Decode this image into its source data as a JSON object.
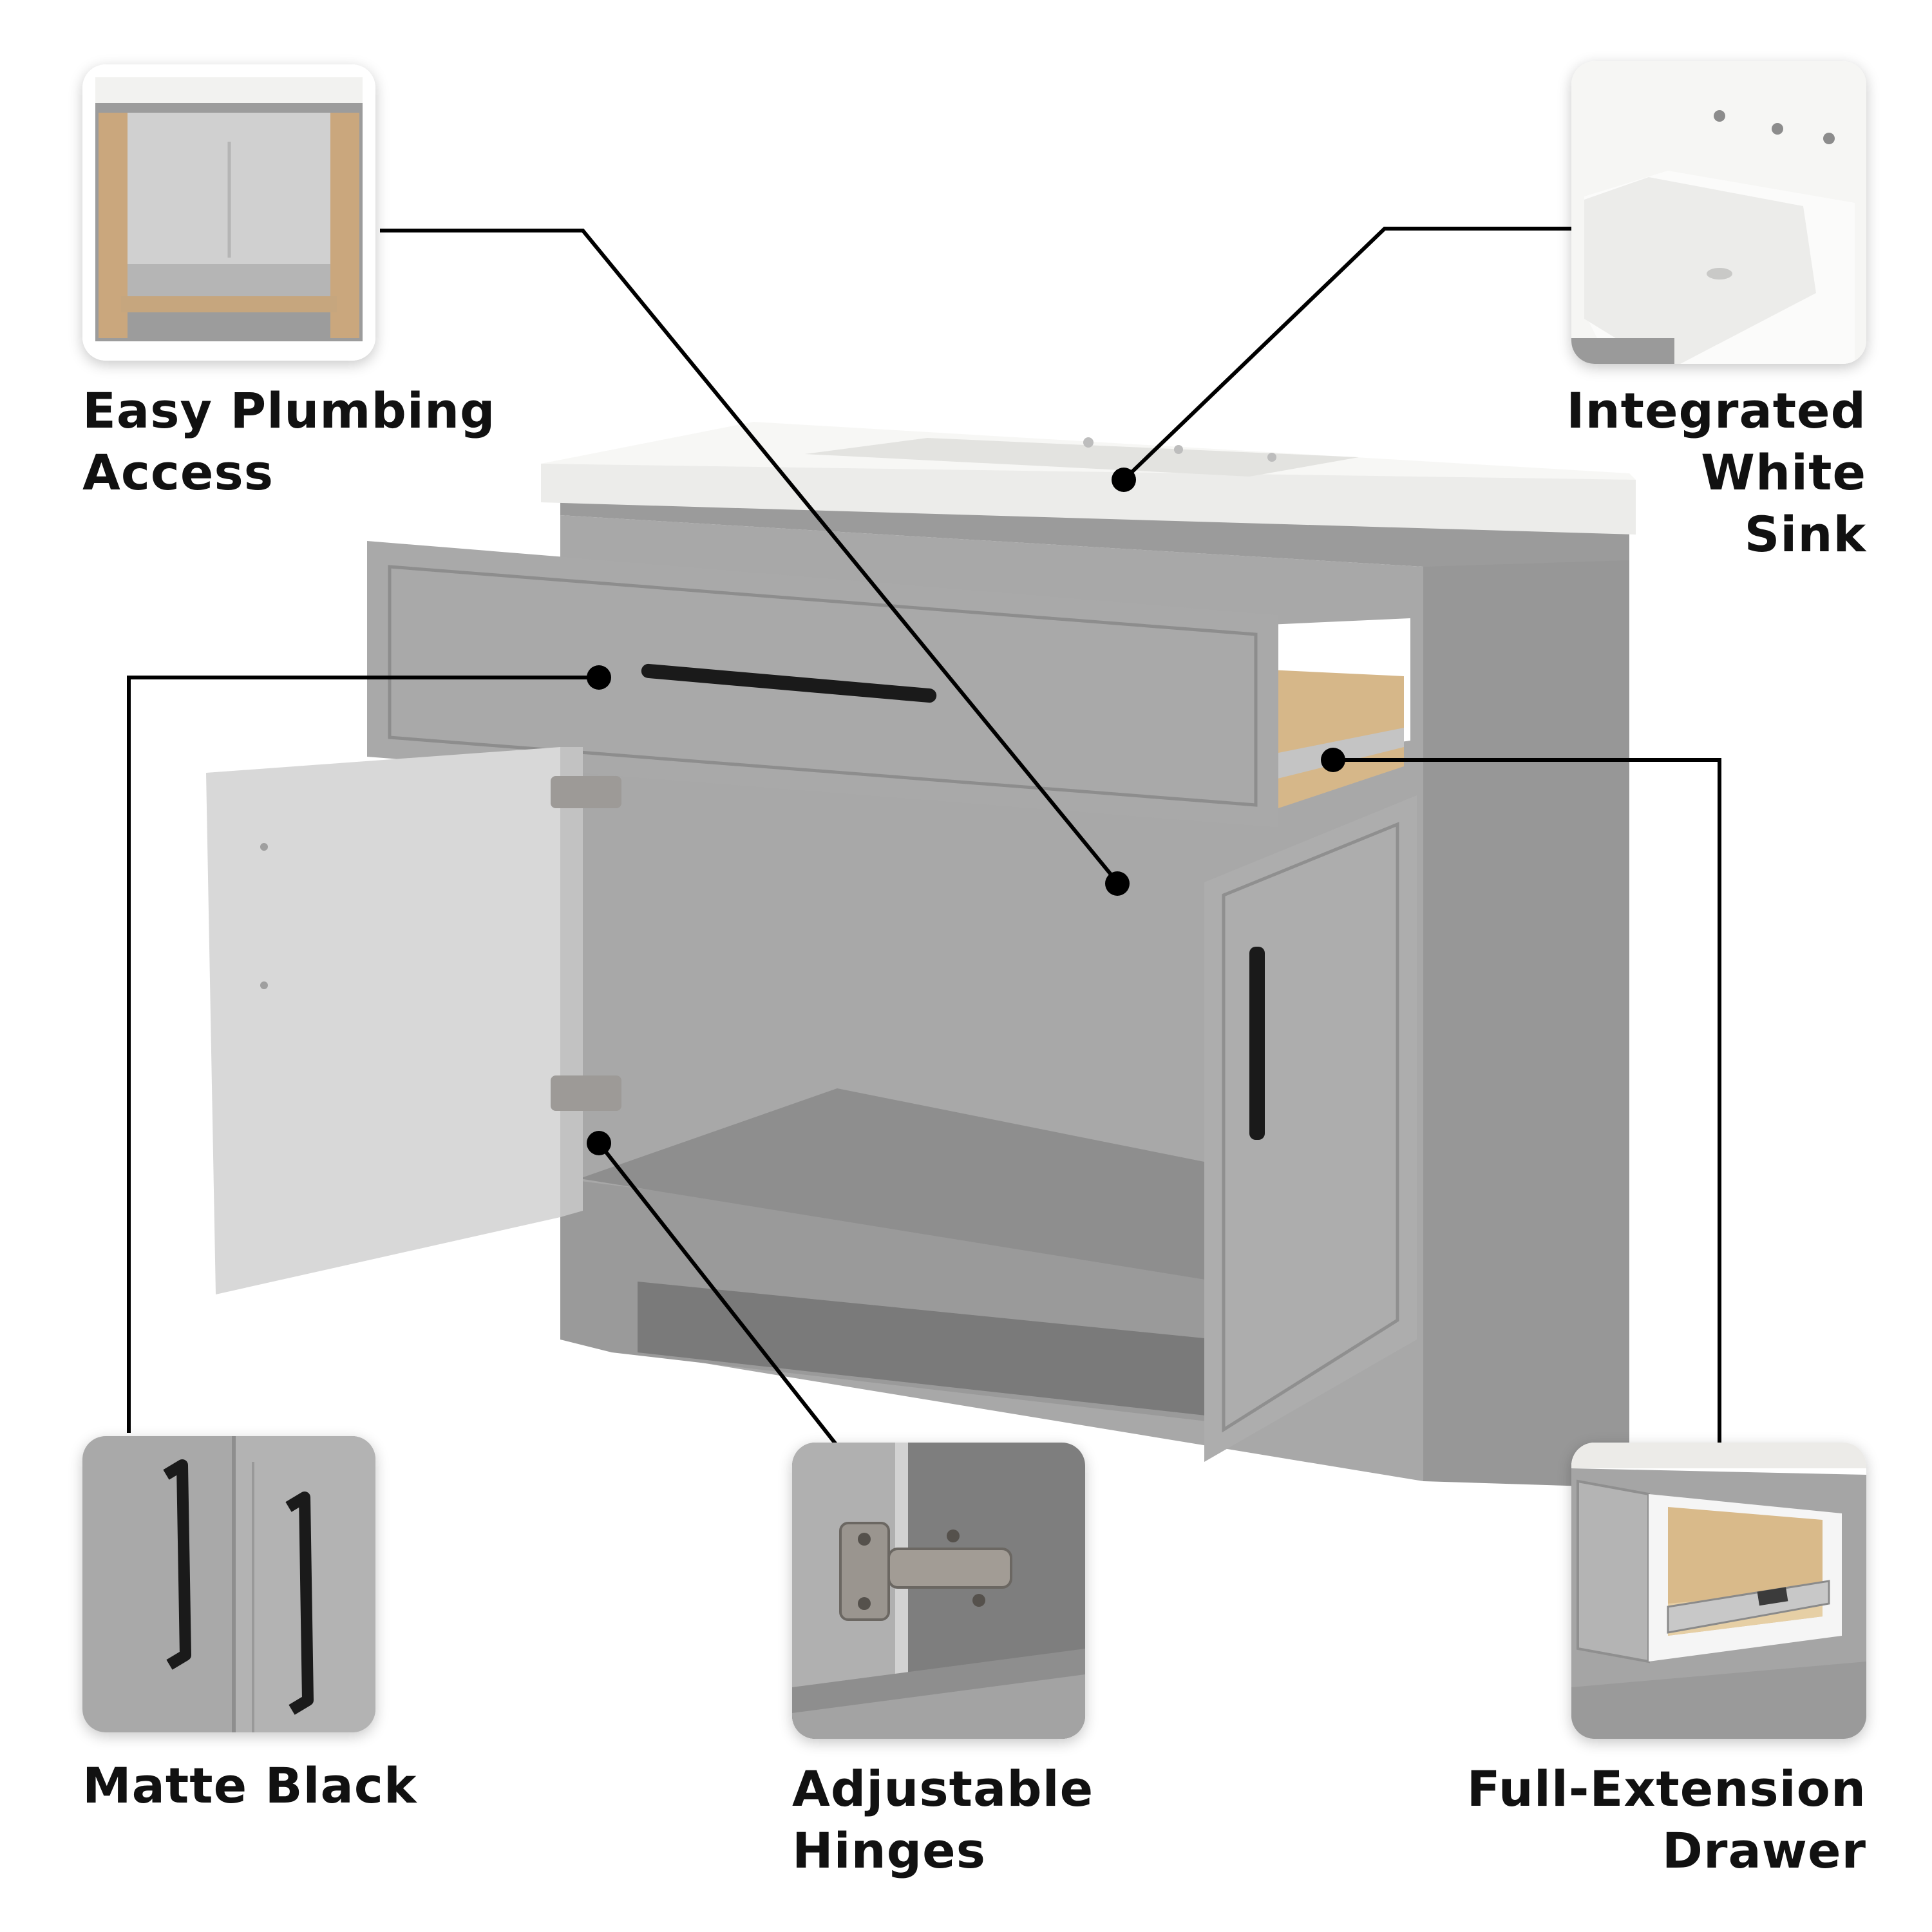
{
  "features": {
    "plumbing": {
      "line1": "Easy Plumbing",
      "line2": "Access",
      "thumb_icon": "cabinet-back-icon"
    },
    "sink": {
      "line1": "Integrated",
      "line2": "White",
      "line3": "Sink",
      "thumb_icon": "sink-icon"
    },
    "hardware": {
      "line1": "Matte Black",
      "thumb_icon": "handle-icon"
    },
    "hinges": {
      "line1": "Adjustable",
      "line2": "Hinges",
      "thumb_icon": "hinge-icon"
    },
    "drawer": {
      "line1": "Full-Extension",
      "line2": "Drawer",
      "thumb_icon": "drawer-slide-icon"
    }
  },
  "colors": {
    "cabinet_gray": "#a3a3a3",
    "cabinet_dark": "#8a8a8a",
    "sink_white": "#f4f4f2",
    "hardware_black": "#1a1a1a",
    "wood": "#d9b98a",
    "callout_line": "#000000"
  }
}
